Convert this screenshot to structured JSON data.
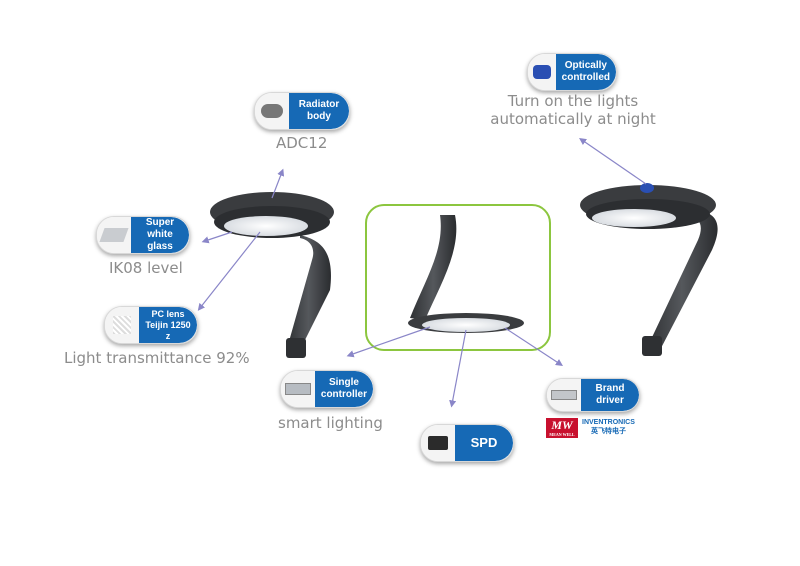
{
  "callouts": {
    "radiator": {
      "label": "Radiator body",
      "caption": "ADC12"
    },
    "optical": {
      "label": "Optically controlled",
      "caption_line1": "Turn on the lights",
      "caption_line2": "automatically at night"
    },
    "glass": {
      "label": "Super white glass",
      "caption": "IK08 level"
    },
    "pclens": {
      "label_line1": "PC lens",
      "label_line2": "Teijin 1250 z",
      "caption": "Light transmittance 92%"
    },
    "controller": {
      "label": "Single controller",
      "caption": "smart lighting"
    },
    "spd": {
      "label": "SPD"
    },
    "driver": {
      "label": "Brand driver",
      "logo1": "MW",
      "logo1_sub": "MEAN WELL",
      "logo2_line1": "INVENTRONICS",
      "logo2_line2": "英飞特电子"
    }
  },
  "colors": {
    "accent": "#1669b5",
    "caption": "#8c8c8c",
    "arrow": "#8a86c8",
    "highlight_frame": "#8cc63f",
    "lamp_body": "#3d3f42"
  }
}
